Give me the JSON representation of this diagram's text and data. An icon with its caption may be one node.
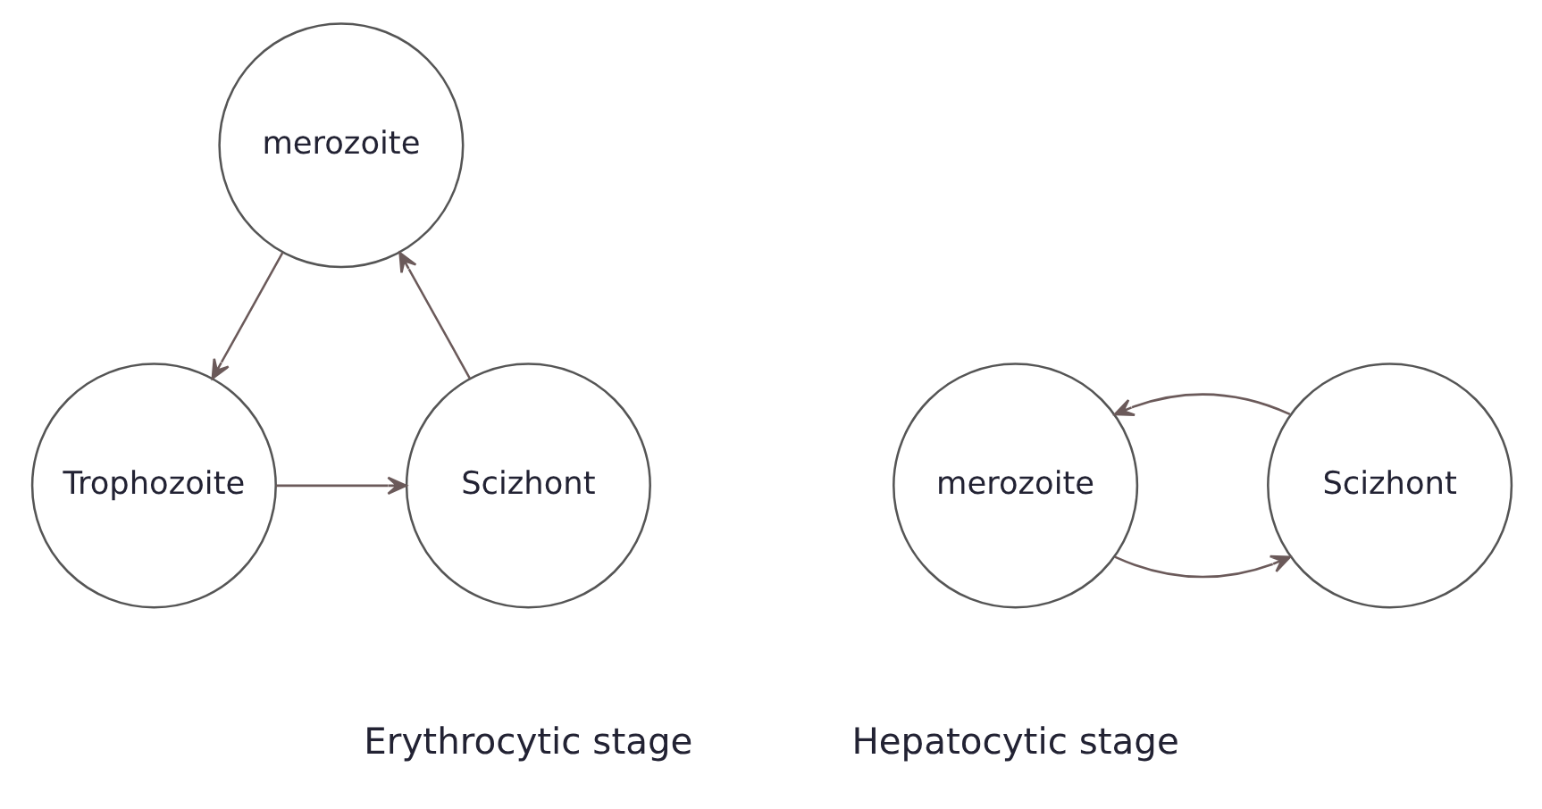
{
  "diagram": {
    "nodes": [
      {
        "text": [
          "merozoite"
        ]
      },
      {
        "text": [
          "Scizhont"
        ]
      },
      {
        "text": [
          "Trophozoite"
        ]
      },
      {
        "text": [
          "merozoite"
        ]
      },
      {
        "text": [
          "Scizhont"
        ]
      }
    ],
    "edges": [
      {
        "from": 0,
        "to": 2,
        "arrow": "to"
      },
      {
        "from": 2,
        "to": 1,
        "arrow": "to"
      },
      {
        "from": 1,
        "to": 0,
        "arrow": "to"
      },
      {
        "from": 3,
        "to": 4,
        "arrow": "to"
      },
      {
        "from": 4,
        "to": 3,
        "arrow": "to"
      }
    ],
    "labels": [
      "Erythrocytic stage",
      "Hepatocytic stage"
    ]
  }
}
